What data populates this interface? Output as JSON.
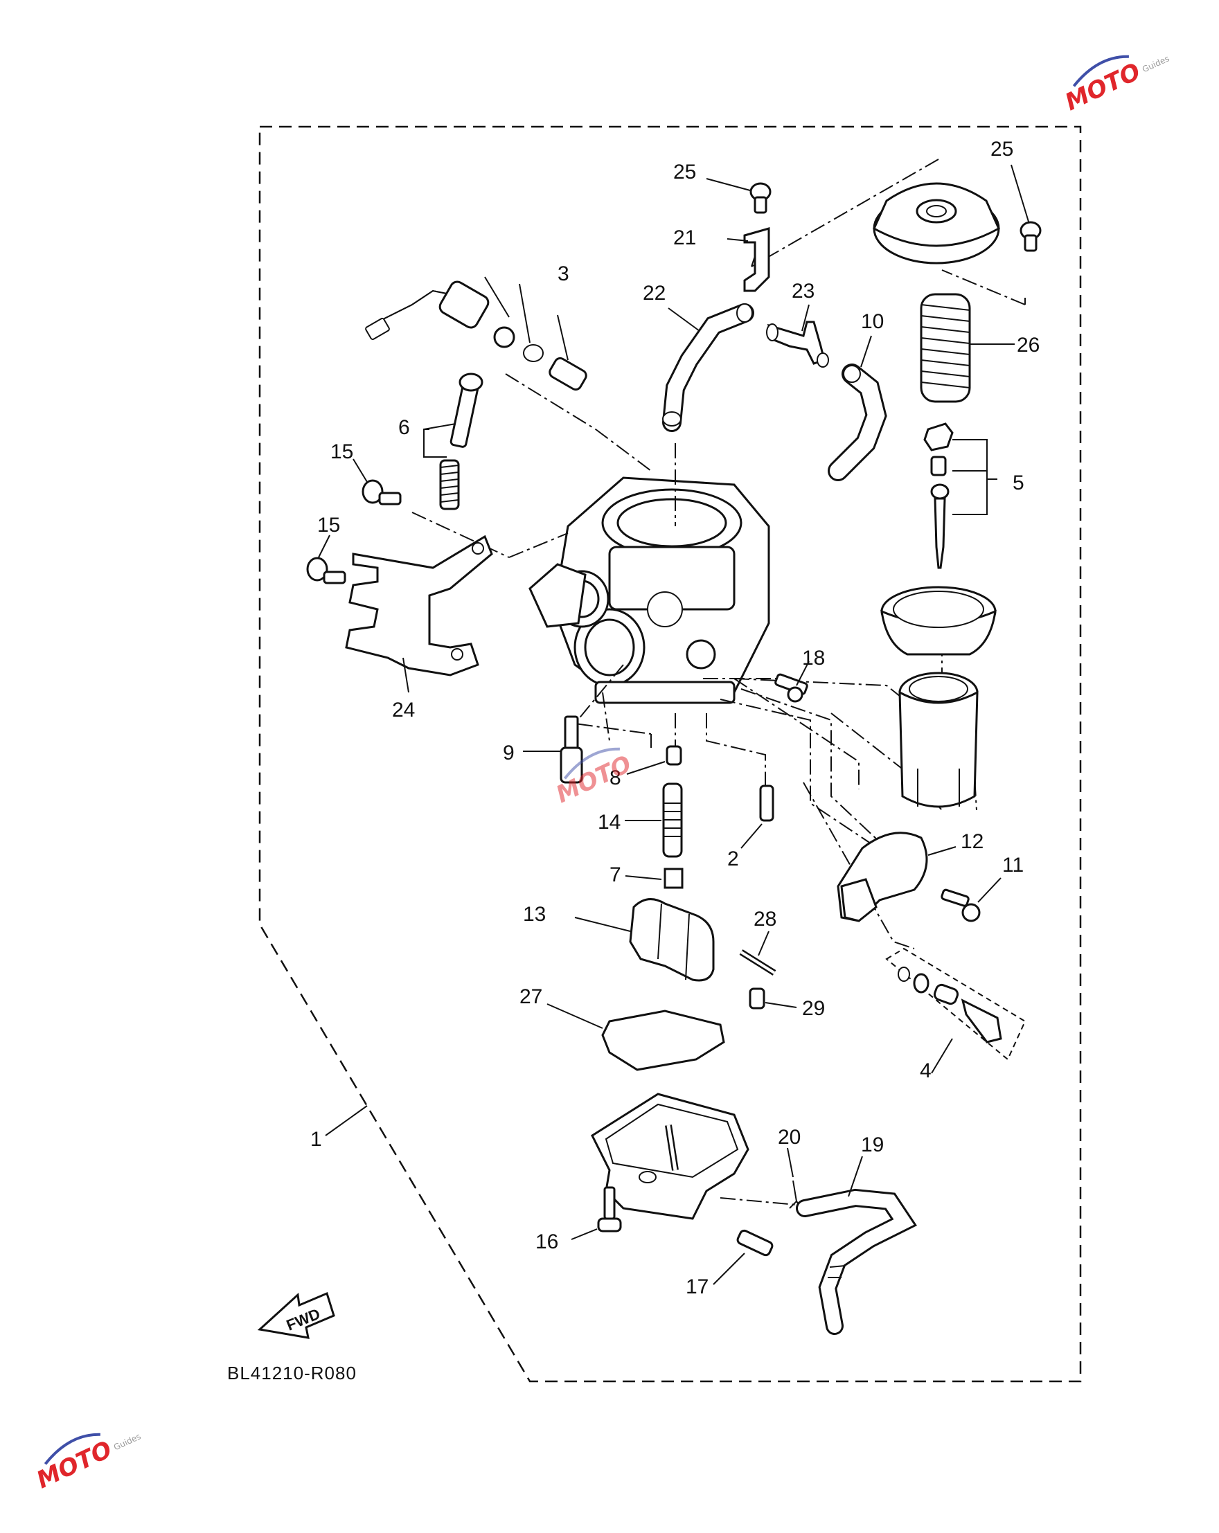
{
  "diagram": {
    "code": "BL41210-R080",
    "fwd_label": "FWD",
    "parts": [
      {
        "id": "1",
        "label": "1"
      },
      {
        "id": "2",
        "label": "2"
      },
      {
        "id": "3",
        "label": "3"
      },
      {
        "id": "4",
        "label": "4"
      },
      {
        "id": "5",
        "label": "5"
      },
      {
        "id": "6",
        "label": "6"
      },
      {
        "id": "7",
        "label": "7"
      },
      {
        "id": "8",
        "label": "8"
      },
      {
        "id": "9",
        "label": "9"
      },
      {
        "id": "10",
        "label": "10"
      },
      {
        "id": "11",
        "label": "11"
      },
      {
        "id": "12",
        "label": "12"
      },
      {
        "id": "13",
        "label": "13"
      },
      {
        "id": "14",
        "label": "14"
      },
      {
        "id": "15a",
        "label": "15"
      },
      {
        "id": "15b",
        "label": "15"
      },
      {
        "id": "16",
        "label": "16"
      },
      {
        "id": "17",
        "label": "17"
      },
      {
        "id": "18",
        "label": "18"
      },
      {
        "id": "19",
        "label": "19"
      },
      {
        "id": "20",
        "label": "20"
      },
      {
        "id": "21",
        "label": "21"
      },
      {
        "id": "22",
        "label": "22"
      },
      {
        "id": "23",
        "label": "23"
      },
      {
        "id": "24",
        "label": "24"
      },
      {
        "id": "25a",
        "label": "25"
      },
      {
        "id": "25b",
        "label": "25"
      },
      {
        "id": "26",
        "label": "26"
      },
      {
        "id": "27",
        "label": "27"
      },
      {
        "id": "28",
        "label": "28"
      },
      {
        "id": "29",
        "label": "29"
      }
    ]
  },
  "watermark": {
    "logo_text": "MOTO",
    "sub_text": "Guides",
    "colors": {
      "red": "#e0262b",
      "blue": "#3f4fa8",
      "grey": "#9a9a9a"
    }
  }
}
